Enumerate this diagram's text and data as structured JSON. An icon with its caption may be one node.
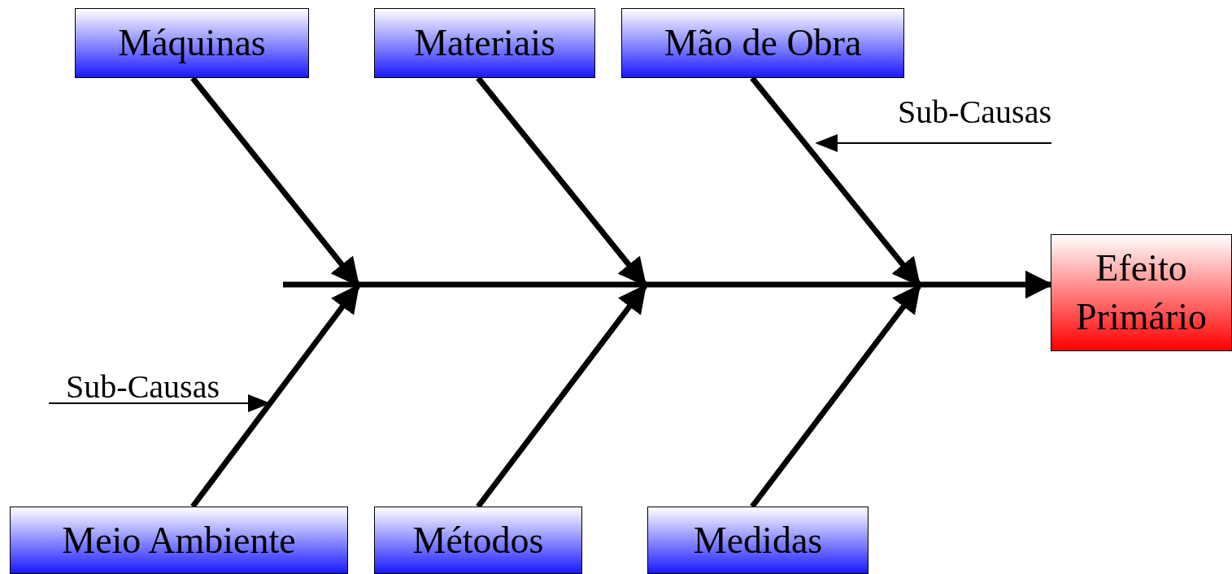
{
  "diagram": {
    "nodes": [
      {
        "text": [
          "Máquinas"
        ]
      },
      {
        "text": [
          "Materiais"
        ]
      },
      {
        "text": [
          "Mão de Obra"
        ]
      },
      {
        "text": [
          "Sub-Causas"
        ]
      },
      {
        "text": [
          "Efeito Primário"
        ]
      },
      {
        "text": [
          "Sub-Causas"
        ]
      },
      {
        "text": [
          "Meio Ambiente"
        ]
      },
      {
        "text": [
          "Métodos"
        ]
      },
      {
        "text": [
          "Medidas"
        ]
      }
    ],
    "edges": [
      {
        "from": 0,
        "to": null,
        "arrow": "to"
      },
      {
        "from": 1,
        "to": null,
        "arrow": "to"
      },
      {
        "from": 2,
        "to": null,
        "arrow": "to"
      },
      {
        "from": 3,
        "to": null,
        "arrow": "to"
      },
      {
        "from": null,
        "to": 4,
        "arrow": "to"
      },
      {
        "from": 5,
        "to": null,
        "arrow": "to"
      },
      {
        "from": 6,
        "to": null,
        "arrow": "to"
      },
      {
        "from": 7,
        "to": null,
        "arrow": "to"
      },
      {
        "from": 8,
        "to": null,
        "arrow": "to"
      }
    ]
  }
}
